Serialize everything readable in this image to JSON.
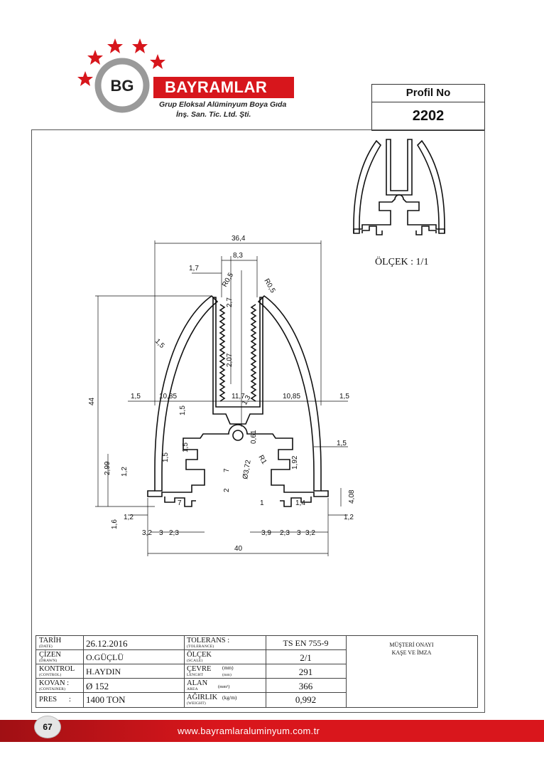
{
  "header": {
    "logo_text": "BG",
    "company_name": "BAYRAMLAR",
    "subtitle_line1": "Grup Eloksal Alüminyum Boya Gıda",
    "subtitle_line2": "İnş. San. Tic. Ltd. Şti."
  },
  "profile": {
    "label": "Profil No",
    "number": "2202"
  },
  "scale_note": "ÖLÇEK : 1/1",
  "dimensions": {
    "d_36_4": "36,4",
    "d_8_3": "8,3",
    "d_1_7": "1,7",
    "d_r05_a": "R0,5",
    "d_r05_b": "R0,5",
    "d_2_7": "2,7",
    "d_2_07": "2,07",
    "d_1_5_diag": "1,5",
    "d_44": "44",
    "d_1_5_left": "1,5",
    "d_10_85_left": "10,85",
    "d_11_7": "11,7",
    "d_10_85_right": "10,85",
    "d_1_5_right": "1,5",
    "d_1_3": "1,3",
    "d_1_5_v1": "1,5",
    "d_1_5_v2": "1,5",
    "d_1_5_v3": "1,5",
    "d_0_61": "0,61",
    "d_r1": "R1",
    "d_3_72": "Ø3,72",
    "d_7_v": "7",
    "d_2_v": "2",
    "d_1_92": "1,92",
    "d_1_5_r2": "1,5",
    "d_2_99": "2,99",
    "d_1_2_v": "1,2",
    "d_7_h": "7",
    "d_1_6": "1,6",
    "d_1_2_left": "1,2",
    "d_1_h": "1",
    "d_1_4": "1,4",
    "d_4_08": "4,08",
    "d_1_2_right": "1,2",
    "d_3_2_l": "3,2",
    "d_3_l": "3",
    "d_2_3_l": "2,3",
    "d_3_9": "3,9",
    "d_2_3_r": "2,3",
    "d_3_r": "3",
    "d_3_2_r": "3,2",
    "d_40": "40"
  },
  "info": {
    "date_label": "TARİH",
    "date_sub": "(DATE)",
    "date_value": "26.12.2016",
    "drawn_label": "ÇİZEN",
    "drawn_sub": "(DRAWN)",
    "drawn_value": "O.GÜÇLÜ",
    "control_label": "KONTROL",
    "control_sub": "(CONTROL)",
    "control_value": "H.AYDIN",
    "container_label": "KOVAN   :",
    "container_sub": "(CONTAINER)",
    "container_value": "Ø 152",
    "press_label": "PRES",
    "press_colon": ":",
    "press_value": "1400 TON",
    "tolerance_label": "TOLERANS :",
    "tolerance_sub": "(TOLERANCE)",
    "tolerance_value": "TS EN 755-9",
    "scale_label": "ÖLÇEK",
    "scale_sub": "(SCALE)",
    "scale_value": "2/1",
    "perimeter_label": "ÇEVRE",
    "perimeter_unit": "(mm)",
    "perimeter_sub": "LENGHT",
    "perimeter_sub_unit": "(mm)",
    "perimeter_value": "291",
    "area_label": "ALAN",
    "area_sub": "AREA",
    "area_unit": "(mm²)",
    "area_value": "366",
    "weight_label": "AĞIRLIK",
    "weight_unit": "(kg/m)",
    "weight_sub": "(WEIGHT)",
    "weight_value": "0,992",
    "approval_line1": "MÜŞTERİ ONAYI",
    "approval_line2": "KAŞE VE İMZA"
  },
  "footer": {
    "page_number": "67",
    "website": "www.bayramlaraluminyum.com.tr"
  },
  "colors": {
    "brand_red": "#d7161c",
    "logo_gray": "#9a9a9a"
  }
}
